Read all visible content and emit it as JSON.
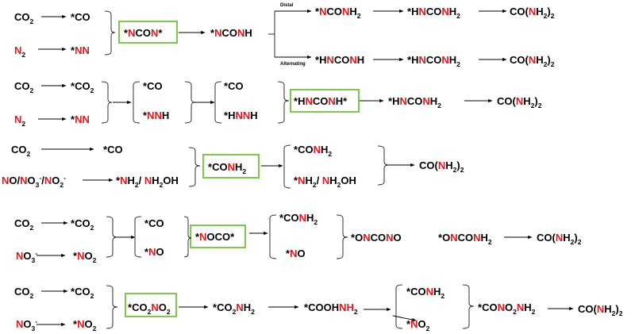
{
  "colors": {
    "black": "#000000",
    "red": "#e8141b",
    "highlight_border": "#7ec850"
  },
  "rows": [
    {
      "name": "row-1",
      "species": [
        {
          "id": "co2",
          "text": "CO|2"
        },
        {
          "id": "n2",
          "text": "{N}|2"
        },
        {
          "id": "co-ads",
          "text": "*CO"
        },
        {
          "id": "nn-ads",
          "text": "*{NN}"
        },
        {
          "id": "ncon",
          "text": "*{N}CO{N}*",
          "highlight": true
        },
        {
          "id": "nconh",
          "text": "*{N}CO{N}H"
        },
        {
          "id": "nconh2",
          "text": "*{N}CO{N}H|2"
        },
        {
          "id": "hnconh",
          "text": "*H{N}CO{N}H"
        },
        {
          "id": "hnconh2-a",
          "text": "*H{N}CO{N}H|2"
        },
        {
          "id": "hnconh2-b",
          "text": "*H{N}CO{N}H|2"
        },
        {
          "id": "urea-a",
          "text": "CO({N}H|2)|2"
        },
        {
          "id": "urea-b",
          "text": "CO({N}H|2)|2"
        }
      ],
      "labels": {
        "distal": "Distal",
        "alternating": "Alternating"
      }
    },
    {
      "name": "row-2",
      "species": [
        {
          "id": "co2",
          "text": "CO|2"
        },
        {
          "id": "n2",
          "text": "{N}|2"
        },
        {
          "id": "co2-ads",
          "text": "*CO|2"
        },
        {
          "id": "nn-ads",
          "text": "*{NN}"
        },
        {
          "id": "co-ads-a",
          "text": "*CO"
        },
        {
          "id": "nnh",
          "text": "*{NN}H"
        },
        {
          "id": "co-ads-b",
          "text": "*CO"
        },
        {
          "id": "hnnh",
          "text": "*H{NN}H"
        },
        {
          "id": "hnconh",
          "text": "*H{N}CO{N}H*",
          "highlight": true
        },
        {
          "id": "hnconh2",
          "text": "*H{N}CO{N}H|2"
        },
        {
          "id": "urea",
          "text": "CO({N}H|2)|2"
        }
      ]
    },
    {
      "name": "row-3",
      "species": [
        {
          "id": "co2",
          "text": "CO|2"
        },
        {
          "id": "nox",
          "text": "{N}O/{N}O|3^-/{N}O|2^-"
        },
        {
          "id": "co-ads",
          "text": "*CO"
        },
        {
          "id": "nh2",
          "text": "*{N}H|2/ {N}H|2OH"
        },
        {
          "id": "conh2",
          "text": "*CO{N}H|2",
          "highlight": true
        },
        {
          "id": "conh2-b",
          "text": "*CO{N}H|2"
        },
        {
          "id": "nh2-b",
          "text": "*{N}H|2/ {N}H|2OH"
        },
        {
          "id": "urea",
          "text": "CO({N}H|2)|2"
        }
      ]
    },
    {
      "name": "row-4",
      "species": [
        {
          "id": "co2",
          "text": "CO|2"
        },
        {
          "id": "no3",
          "text": "{N}O|3^-"
        },
        {
          "id": "co2-ads",
          "text": "*CO|2"
        },
        {
          "id": "no2-ads",
          "text": "*{N}O|2"
        },
        {
          "id": "co-ads",
          "text": "*CO"
        },
        {
          "id": "no-ads",
          "text": "*{N}O"
        },
        {
          "id": "noco",
          "text": "*{N}OCO*",
          "highlight": true
        },
        {
          "id": "conh2",
          "text": "*CO{N}H|2"
        },
        {
          "id": "no-ads-b",
          "text": "*{N}O"
        },
        {
          "id": "onocono",
          "text": "*O{N}CO{N}O"
        },
        {
          "id": "onconh2",
          "text": "*O{N}CO{N}H|2"
        },
        {
          "id": "urea",
          "text": "CO({N}H|2)|2"
        }
      ]
    },
    {
      "name": "row-5",
      "species": [
        {
          "id": "co2",
          "text": "CO|2"
        },
        {
          "id": "no3",
          "text": "{N}O|3^-"
        },
        {
          "id": "co2-ads",
          "text": "*CO|2"
        },
        {
          "id": "no2-ads",
          "text": "*{N}O|2"
        },
        {
          "id": "co2no2",
          "text": "*CO|2{N}O|2",
          "highlight": true
        },
        {
          "id": "co2nh2",
          "text": "*CO|2{N}H|2"
        },
        {
          "id": "coohnh2",
          "text": "*COOH{NH}|2"
        },
        {
          "id": "conh2",
          "text": "*CO{N}H|2"
        },
        {
          "id": "no2-ads-b",
          "text": "*{N}O|2"
        },
        {
          "id": "cono2nh2",
          "text": "*CO{N}O|2{N}H|2"
        },
        {
          "id": "urea",
          "text": "CO({N}H|2)|2"
        }
      ]
    }
  ]
}
